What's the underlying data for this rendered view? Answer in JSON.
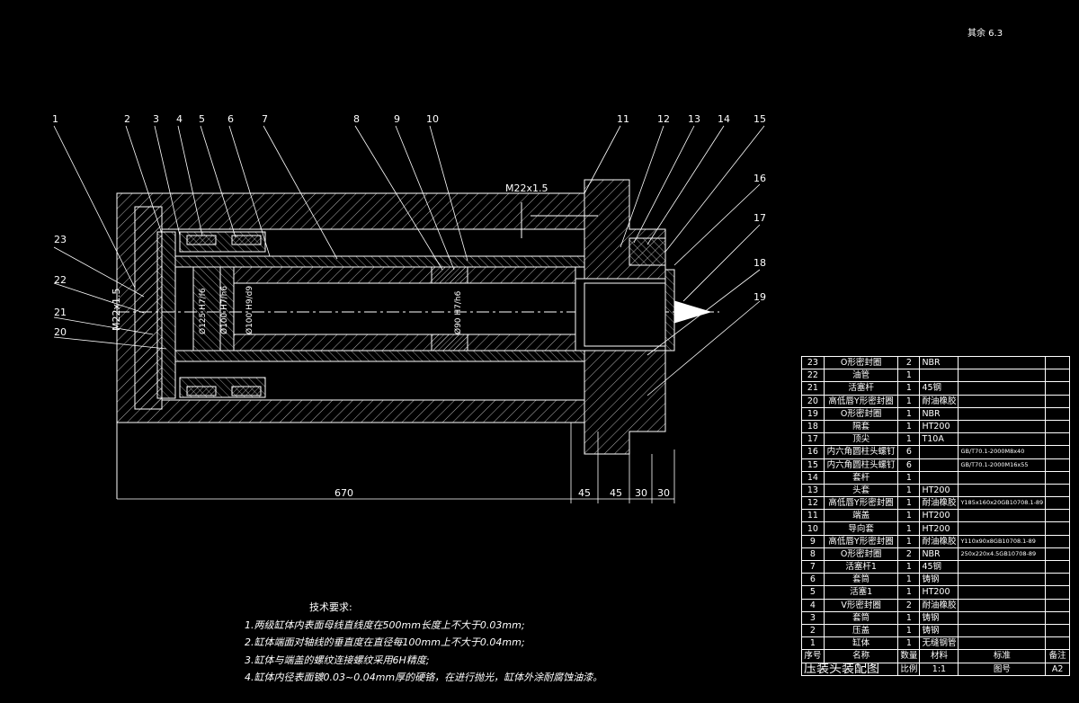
{
  "surface_mark": "其余 6.3",
  "dimensions": {
    "thread_top": "M22x1.5",
    "thread_left": "M22x1.5",
    "d_bottom": [
      "670",
      "45",
      "45",
      "30",
      "30"
    ],
    "fits": [
      "Ø125 H7/f6",
      "Ø100 H7/h6",
      "Ø100 H9/d9",
      "Ø90 H7/h6"
    ]
  },
  "balloons": [
    "1",
    "2",
    "3",
    "4",
    "5",
    "6",
    "7",
    "8",
    "9",
    "10",
    "11",
    "12",
    "13",
    "14",
    "15",
    "16",
    "17",
    "18",
    "19",
    "20",
    "21",
    "22",
    "23"
  ],
  "requirements": {
    "title": "技术要求:",
    "items": [
      "1.两级缸体内表面母线直线度在500mm长度上不大于0.03mm;",
      "2.缸体端面对轴线的垂直度在直径每100mm上不大于0.04mm;",
      "3.缸体与端盖的螺纹连接螺纹采用6H精度;",
      "4.缸体内径表面镀0.03~0.04mm厚的硬铬，在进行抛光，缸体外涂耐腐蚀油漆。"
    ]
  },
  "bom": [
    {
      "no": "23",
      "name": "O形密封圈",
      "qty": "2",
      "mat": "NBR",
      "std": ""
    },
    {
      "no": "22",
      "name": "油管",
      "qty": "1",
      "mat": "",
      "std": ""
    },
    {
      "no": "21",
      "name": "活塞杆",
      "qty": "1",
      "mat": "45钢",
      "std": ""
    },
    {
      "no": "20",
      "name": "高低唇Y形密封圈",
      "qty": "1",
      "mat": "耐油橡胶",
      "std": ""
    },
    {
      "no": "19",
      "name": "O形密封圈",
      "qty": "1",
      "mat": "NBR",
      "std": ""
    },
    {
      "no": "18",
      "name": "隔套",
      "qty": "1",
      "mat": "HT200",
      "std": ""
    },
    {
      "no": "17",
      "name": "顶尖",
      "qty": "1",
      "mat": "T10A",
      "std": ""
    },
    {
      "no": "16",
      "name": "内六角圆柱头螺钉",
      "qty": "6",
      "mat": "",
      "std": "GB/T70.1-2000M8x40"
    },
    {
      "no": "15",
      "name": "内六角圆柱头螺钉",
      "qty": "6",
      "mat": "",
      "std": "GB/T70.1-2000M16x55"
    },
    {
      "no": "14",
      "name": "套杆",
      "qty": "1",
      "mat": "",
      "std": ""
    },
    {
      "no": "13",
      "name": "头套",
      "qty": "1",
      "mat": "HT200",
      "std": ""
    },
    {
      "no": "12",
      "name": "高低唇Y形密封圈",
      "qty": "1",
      "mat": "耐油橡胶",
      "std": "Y185x160x20GB10708.1-89"
    },
    {
      "no": "11",
      "name": "端盖",
      "qty": "1",
      "mat": "HT200",
      "std": ""
    },
    {
      "no": "10",
      "name": "导向套",
      "qty": "1",
      "mat": "HT200",
      "std": ""
    },
    {
      "no": "9",
      "name": "高低唇Y形密封圈",
      "qty": "1",
      "mat": "耐油橡胶",
      "std": "Y110x90x8GB10708.1-89"
    },
    {
      "no": "8",
      "name": "O形密封圈",
      "qty": "2",
      "mat": "NBR",
      "std": "250x220x4.5GB10708-89"
    },
    {
      "no": "7",
      "name": "活塞杆1",
      "qty": "1",
      "mat": "45钢",
      "std": ""
    },
    {
      "no": "6",
      "name": "套筒",
      "qty": "1",
      "mat": "铸钢",
      "std": ""
    },
    {
      "no": "5",
      "name": "活塞1",
      "qty": "1",
      "mat": "HT200",
      "std": ""
    },
    {
      "no": "4",
      "name": "V形密封圈",
      "qty": "2",
      "mat": "耐油橡胶",
      "std": ""
    },
    {
      "no": "3",
      "name": "套筒",
      "qty": "1",
      "mat": "铸钢",
      "std": ""
    },
    {
      "no": "2",
      "name": "压盖",
      "qty": "1",
      "mat": "铸钢",
      "std": ""
    },
    {
      "no": "1",
      "name": "缸体",
      "qty": "1",
      "mat": "无缝钢管",
      "std": ""
    }
  ],
  "bom_header": {
    "no": "序号",
    "name": "名称",
    "qty": "数量",
    "mat": "材料",
    "std": "标准",
    "note": "备注"
  },
  "title_block": {
    "name": "压装头装配图",
    "scale_label": "比例",
    "scale": "1:1",
    "drawing_label": "图号",
    "drawing": "A2"
  }
}
